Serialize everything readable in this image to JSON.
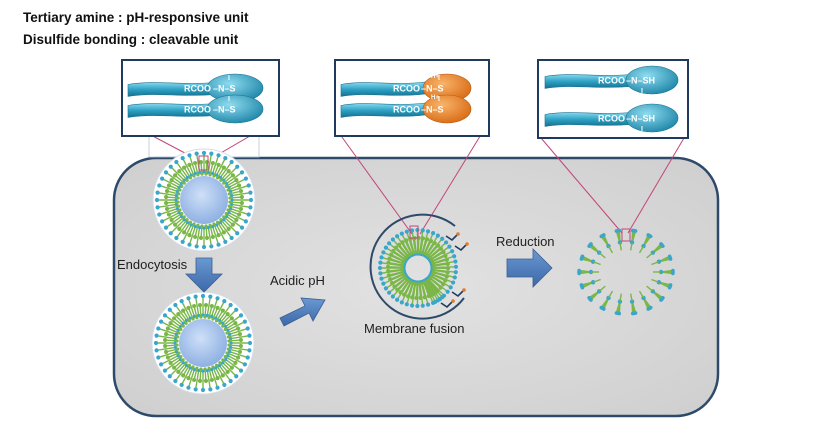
{
  "header": {
    "line1": "Tertiary amine : pH-responsive unit",
    "line2": "Disulfide bonding : cleavable unit"
  },
  "insets": [
    {
      "id": "intact",
      "rows": [
        {
          "rcoo": "RCOO",
          "link": "–N–S",
          "bar": "I"
        },
        {
          "rcoo": "RCOO",
          "link": "–N–S",
          "bar": "I"
        }
      ]
    },
    {
      "id": "protonated",
      "rows": [
        {
          "rcoo": "RCOO",
          "link": "–N–S",
          "bar": "I",
          "proton": "H+"
        },
        {
          "rcoo": "RCOO",
          "link": "–N–S",
          "bar": "I",
          "proton": "H+"
        }
      ]
    },
    {
      "id": "reduced",
      "rows": [
        {
          "rcoo": "RCOO",
          "link": "–N–SH",
          "bar": "I"
        },
        {
          "rcoo": "RCOO",
          "link": "–N–SH",
          "bar": "I"
        }
      ]
    }
  ],
  "labels": {
    "endocytosis": "Endocytosis",
    "acidic_ph": "Acidic pH",
    "membrane_fusion": "Membrane fusion",
    "reduction": "Reduction"
  },
  "colors": {
    "cell_fill": "#d6d6d6",
    "cell_border": "#2e4a6b",
    "arrow": "#4a78b4",
    "lipid_head": "#3aa6c9",
    "lipid_tail": "#7ab648",
    "cleaved_head": "#e07b2a",
    "core": "#a8c4ec",
    "inset_border": "#1f3a5f",
    "connector": "#c2467a"
  }
}
